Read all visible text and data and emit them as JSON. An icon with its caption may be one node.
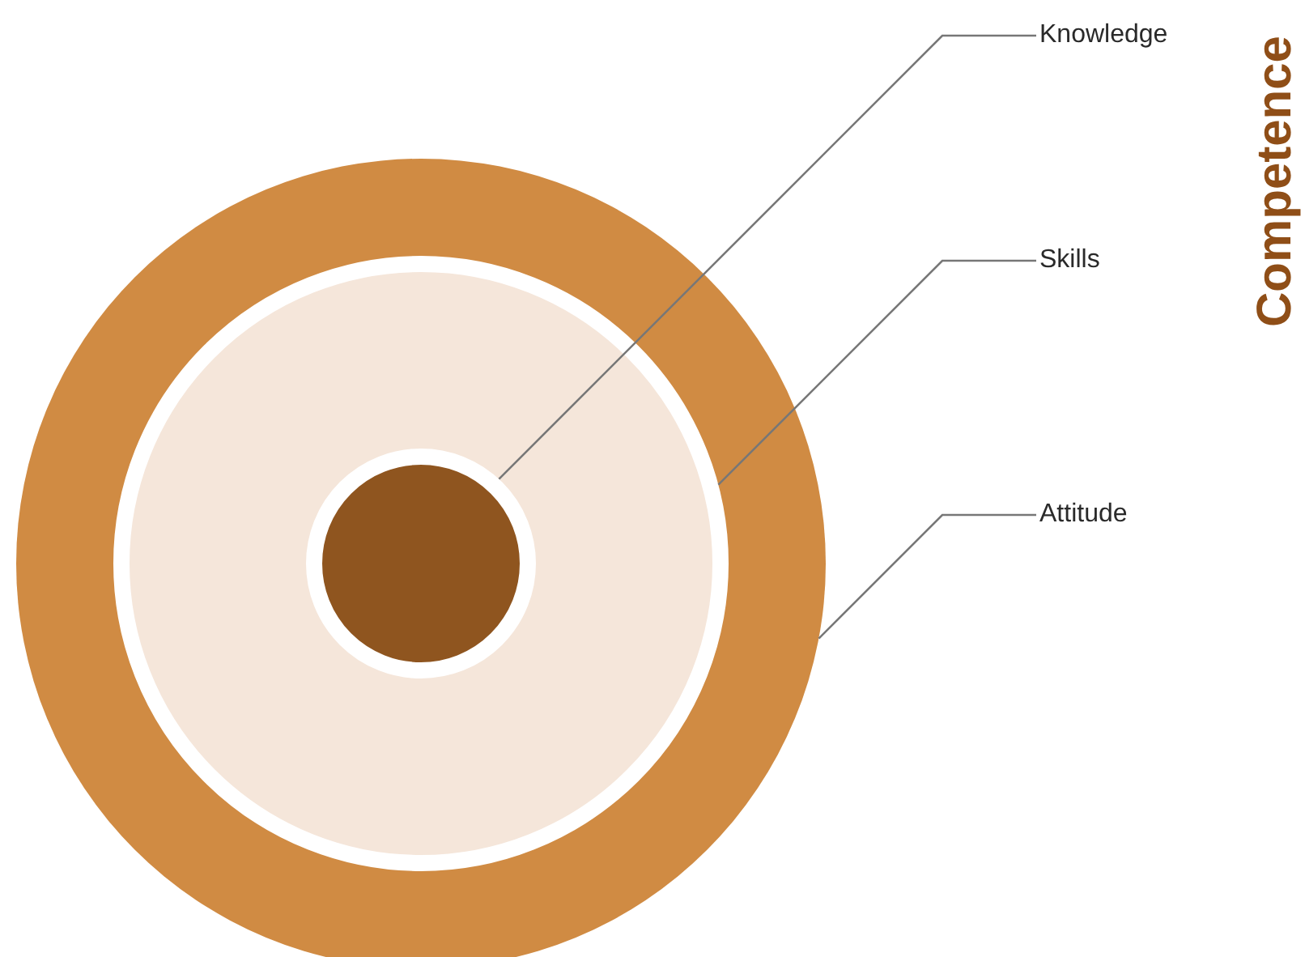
{
  "diagram": {
    "title": "Competence",
    "nodes": [
      {
        "text": [],
        "shape": "circle"
      },
      {
        "text": [],
        "shape": "circle",
        "in": 0
      },
      {
        "text": [],
        "shape": "circle",
        "in": 1
      },
      {
        "text": [
          "Knowledge"
        ]
      },
      {
        "text": [
          "Skills"
        ]
      },
      {
        "text": [
          "Attitude"
        ]
      }
    ],
    "edges": [
      {
        "from": 3,
        "to": 2,
        "arrow": "none"
      },
      {
        "from": 4,
        "to": 1,
        "arrow": "none"
      },
      {
        "from": 5,
        "to": 0,
        "arrow": "none"
      }
    ]
  }
}
